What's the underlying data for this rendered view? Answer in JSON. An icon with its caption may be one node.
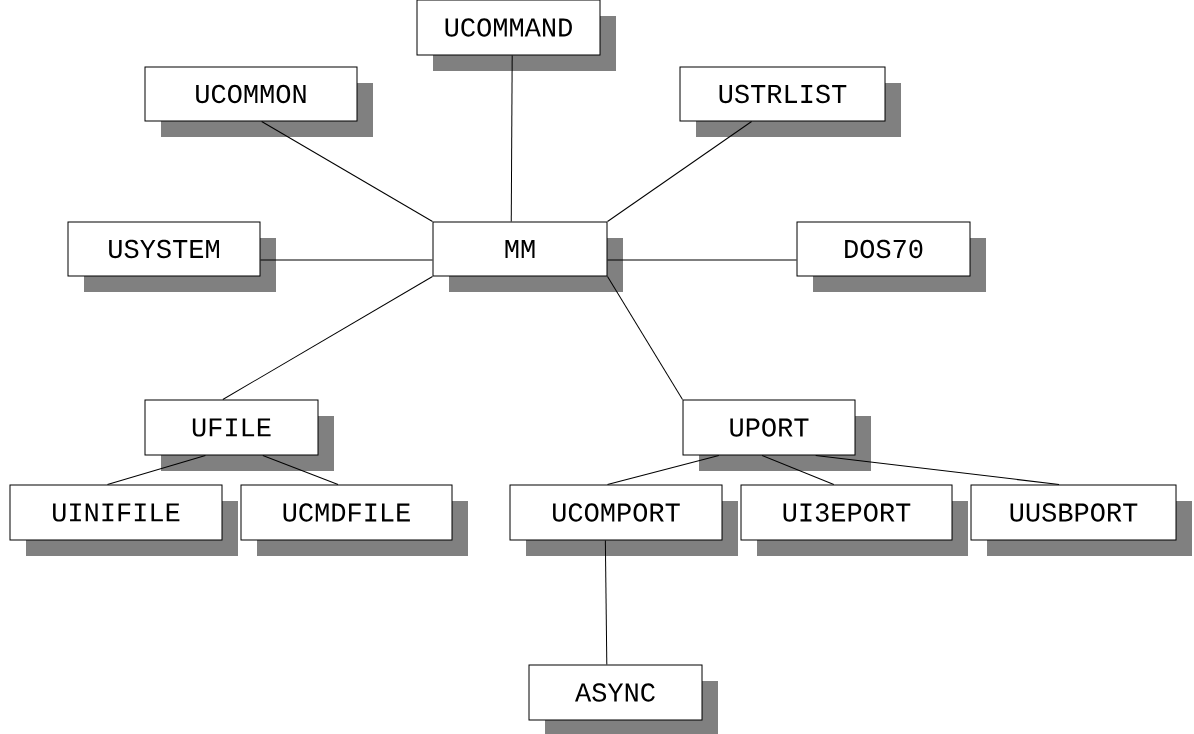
{
  "diagram": {
    "nodes": [
      {
        "text": [
          "UCOMMAND"
        ]
      },
      {
        "text": [
          "UCOMMON"
        ]
      },
      {
        "text": [
          "USTRLIST"
        ]
      },
      {
        "text": [
          "USYSTEM"
        ]
      },
      {
        "text": [
          "MM"
        ]
      },
      {
        "text": [
          "DOS70"
        ]
      },
      {
        "text": [
          "UFILE"
        ]
      },
      {
        "text": [
          "UPORT"
        ]
      },
      {
        "text": [
          "UINIFILE"
        ]
      },
      {
        "text": [
          "UCMDFILE"
        ]
      },
      {
        "text": [
          "UCOMPORT"
        ]
      },
      {
        "text": [
          "UI3EPORT"
        ]
      },
      {
        "text": [
          "UUSBPORT"
        ]
      },
      {
        "text": [
          "ASYNC"
        ]
      }
    ],
    "edges": [
      {
        "from": 4,
        "to": 0,
        "arrow": "none"
      },
      {
        "from": 4,
        "to": 1,
        "arrow": "none"
      },
      {
        "from": 4,
        "to": 2,
        "arrow": "none"
      },
      {
        "from": 4,
        "to": 3,
        "arrow": "none"
      },
      {
        "from": 4,
        "to": 5,
        "arrow": "none"
      },
      {
        "from": 4,
        "to": 6,
        "arrow": "none"
      },
      {
        "from": 4,
        "to": 7,
        "arrow": "none"
      },
      {
        "from": 6,
        "to": 8,
        "arrow": "none"
      },
      {
        "from": 6,
        "to": 9,
        "arrow": "none"
      },
      {
        "from": 7,
        "to": 10,
        "arrow": "none"
      },
      {
        "from": 7,
        "to": 11,
        "arrow": "none"
      },
      {
        "from": 7,
        "to": 12,
        "arrow": "none"
      },
      {
        "from": 10,
        "to": 13,
        "arrow": "none"
      }
    ]
  }
}
